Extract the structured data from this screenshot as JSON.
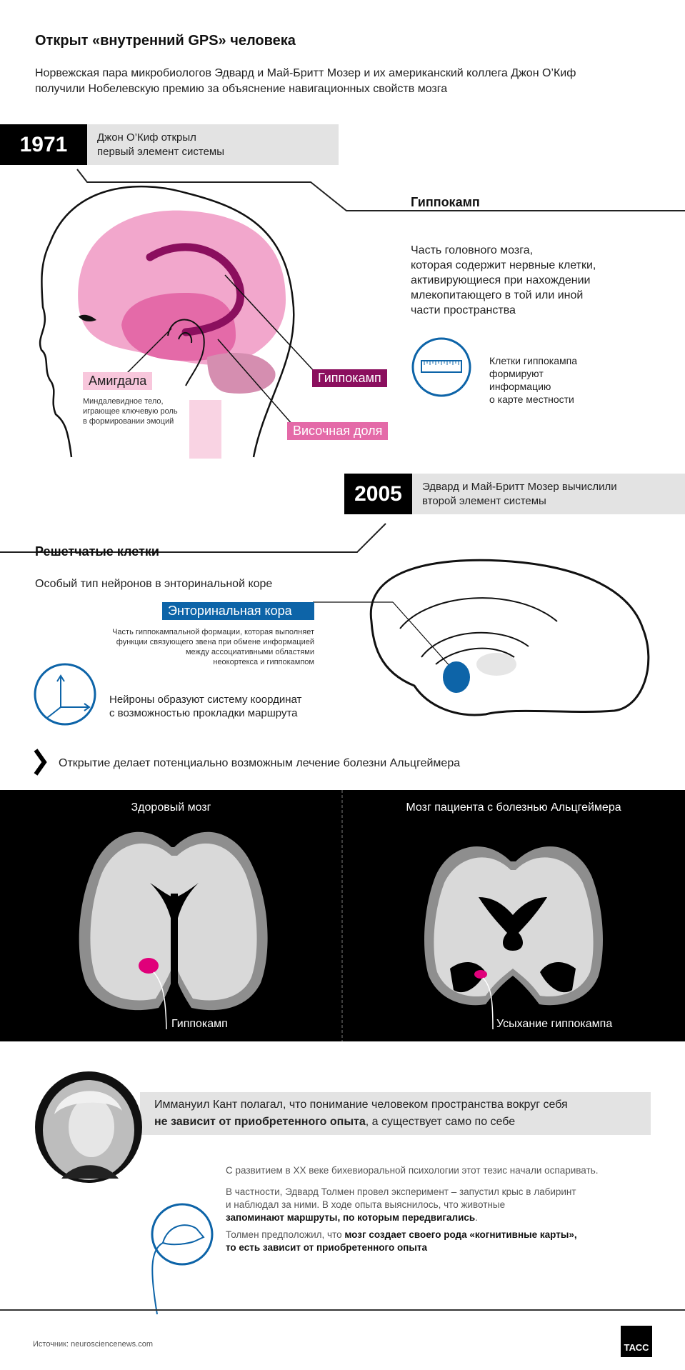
{
  "header": {
    "title": "Открыт «внутренний GPS» человека",
    "subtitle_line1": "Норвежская пара микробиологов Эдвард и Май-Бритт Мозер и их американский коллега Джон О’Киф",
    "subtitle_line2": "получили Нобелевскую премию за объяснение навигационных свойств мозга"
  },
  "milestone1": {
    "year": "1971",
    "text_line1": "Джон О’Киф открыл",
    "text_line2": "первый элемент системы"
  },
  "hippocampus": {
    "heading": "Гиппокамп",
    "description": [
      "Часть головного мозга,",
      "которая содержит нервные клетки,",
      "активирующиеся при нахождении",
      "млекопитающего в той или иной",
      "части пространства"
    ],
    "icon_text": [
      "Клетки гиппокампа",
      "формируют",
      "информацию",
      "о карте местности"
    ],
    "labels": {
      "amygdala": "Амигдала",
      "amygdala_desc": [
        "Миндалевидное тело,",
        "играющее ключевую роль",
        "в формировании эмоций"
      ],
      "hippocampus": "Гиппокамп",
      "temporal_lobe": "Височная доля"
    }
  },
  "milestone2": {
    "year": "2005",
    "text_line1": "Эдвард и Май-Бритт Мозер вычислили",
    "text_line2": "второй элемент системы"
  },
  "grid_cells": {
    "heading": "Решетчатые клетки",
    "description": "Особый тип нейронов в энторинальной коре",
    "entorhinal_label": "Энторинальная кора",
    "entorhinal_desc": [
      "Часть гиппокампальной формации, которая выполняет",
      "функции связующего звена при обмене информацией",
      "между ассоциативными областями",
      "неокортекса и гиппокампом"
    ],
    "icon_text": [
      "Нейроны образуют систему координат",
      "с возможностью прокладки маршрута"
    ]
  },
  "conclusion": "Открытие делает потенциально возможным лечение болезни Альцгеймера",
  "comparison": {
    "healthy_title": "Здоровый мозг",
    "healthy_label": "Гиппокамп",
    "patient_title": "Мозг пациента с болезнью Альцгеймера",
    "patient_label": "Усыхание гиппокампа"
  },
  "kant": {
    "text_normal1": "Иммануил Кант полагал, что понимание человеком пространства вокруг себя",
    "text_bold": "не зависит от приобретенного опыта",
    "text_normal2": ", а существует само по себе"
  },
  "tolman": {
    "p1": "С развитием в XX веке бихевиоральной психологии этот тезис начали оспаривать.",
    "p2_line1": "В частности, Эдвард Толмен провел эксперимент – запустил крыс в лабиринт",
    "p2_line2": "и наблюдал за ними. В ходе опыта выяснилось, что животные",
    "p2_bold": "запоминают маршруты, по которым передвигались",
    "p2_end": ".",
    "p3_normal": "Толмен предположил, что ",
    "p3_bold1": "мозг создает своего рода «когнитивные карты»,",
    "p3_bold2": "то есть зависит от приобретенного опыта"
  },
  "footer": {
    "source": "Источник: neurosciencenews.com",
    "logo": "ТАСС"
  },
  "colors": {
    "pink_light": "#f2a7cc",
    "pink_mid": "#e46aa8",
    "purple": "#8b0f5e",
    "blue": "#0d64a8",
    "magenta": "#e0007a"
  }
}
